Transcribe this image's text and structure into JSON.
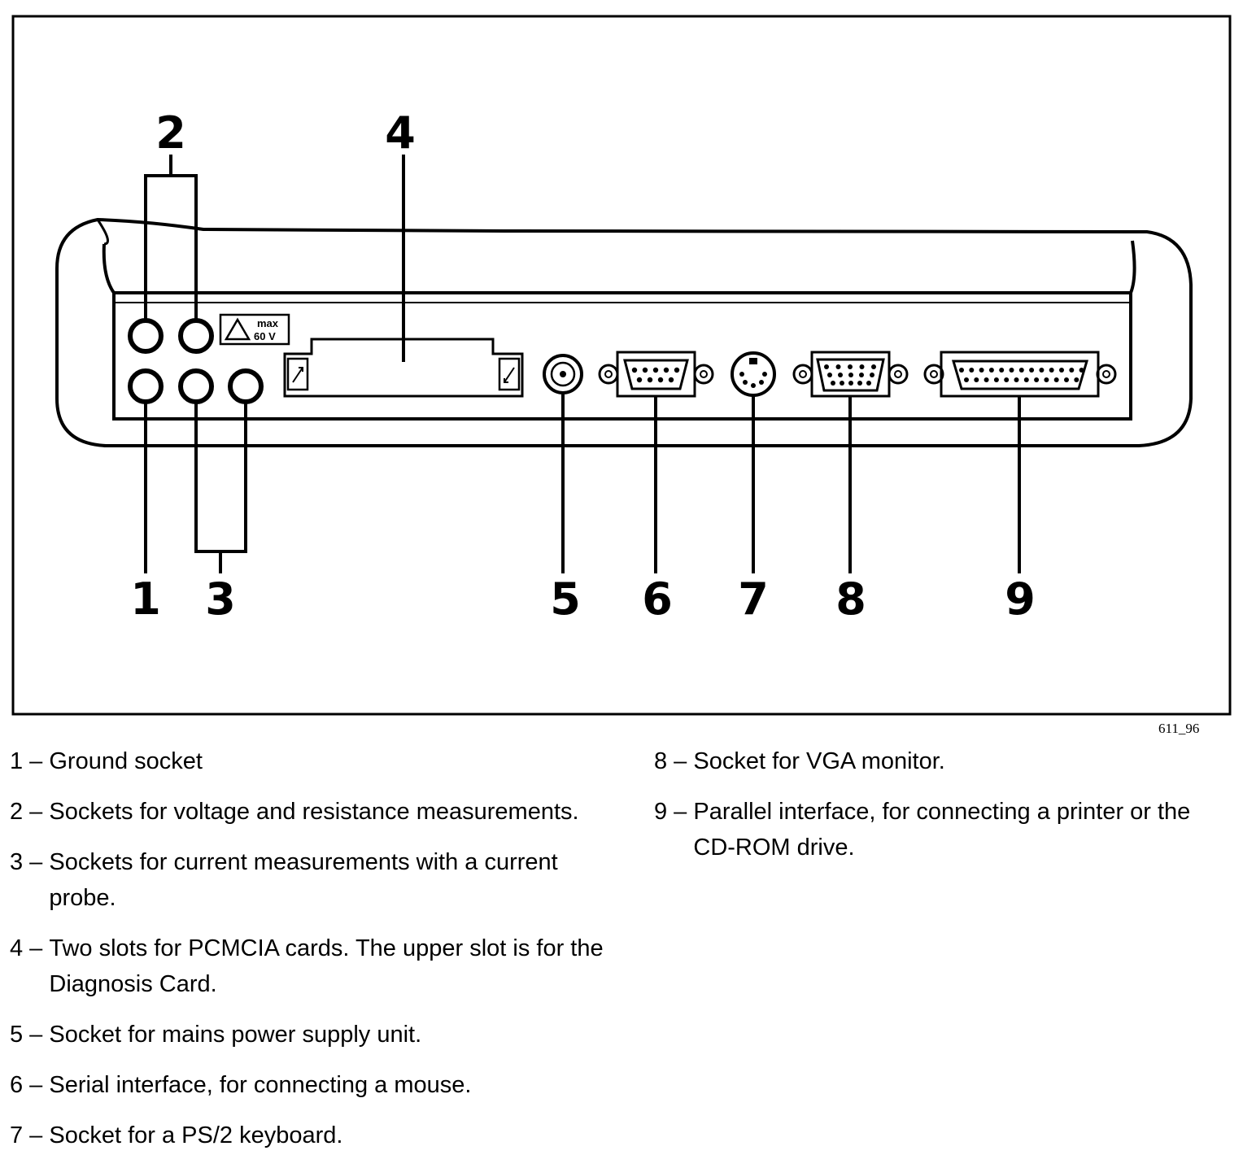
{
  "figure": {
    "figure_code": "611_96",
    "warning_label": {
      "line1": "max",
      "line2": "60 V",
      "icon": "warning-triangle-icon"
    },
    "callouts": [
      "1",
      "2",
      "3",
      "4",
      "5",
      "6",
      "7",
      "8",
      "9"
    ]
  },
  "legend": [
    {
      "num": "1 – ",
      "text": "Ground socket"
    },
    {
      "num": "2 – ",
      "text": "Sockets for voltage and resistance measurements."
    },
    {
      "num": "3 – ",
      "text": "Sockets for current measurements with a current probe."
    },
    {
      "num": "4 – ",
      "text": "Two slots for PCMCIA cards. The upper slot is for the Diagnosis Card."
    },
    {
      "num": "5 – ",
      "text": "Socket for mains power supply unit."
    },
    {
      "num": "6 – ",
      "text": "Serial interface, for connecting a mouse."
    },
    {
      "num": "7 – ",
      "text": "Socket for a PS/2 keyboard."
    },
    {
      "num": "8 – ",
      "text": "Socket for VGA monitor."
    },
    {
      "num": "9 – ",
      "text": "Parallel interface, for connecting a printer or the CD-ROM drive."
    }
  ]
}
